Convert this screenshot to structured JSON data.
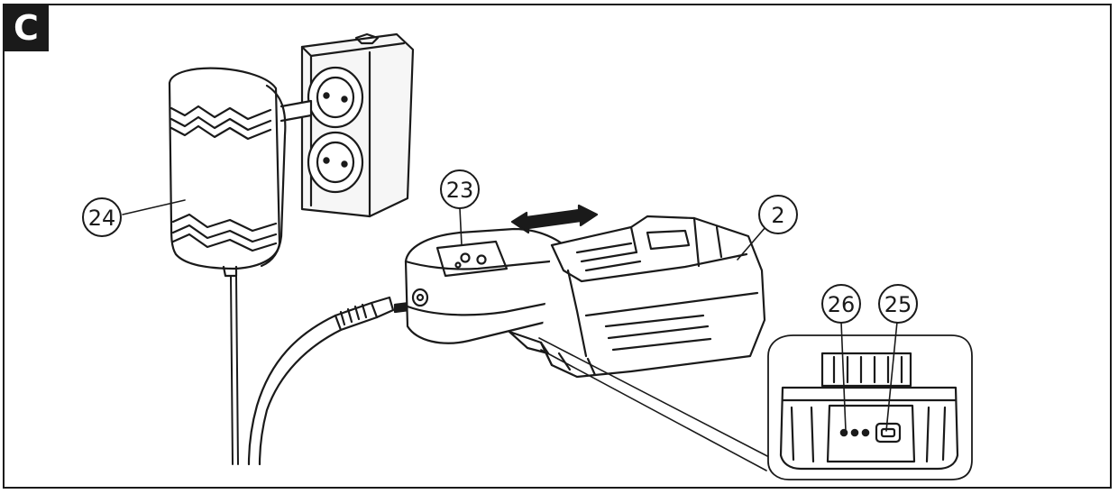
{
  "figure": {
    "label": "C",
    "callouts": {
      "c24": "24",
      "c23": "23",
      "c2": "2",
      "c26": "26",
      "c25": "25"
    }
  }
}
